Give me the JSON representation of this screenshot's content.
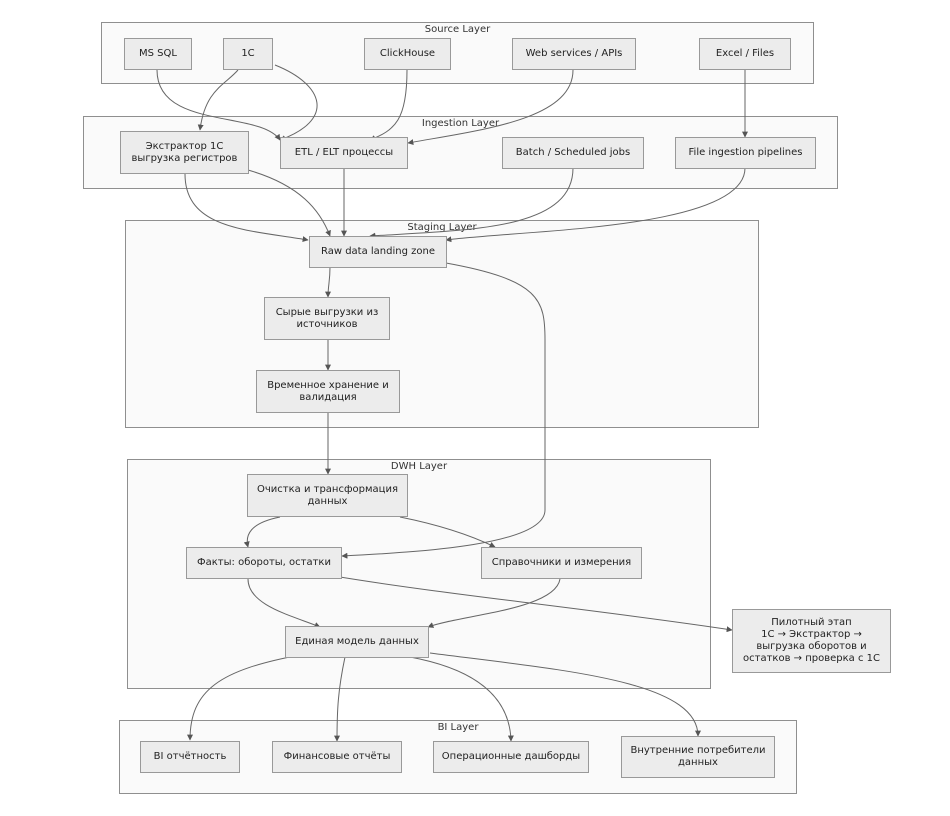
{
  "groups": {
    "source": "Source Layer",
    "ingestion": "Ingestion Layer",
    "staging": "Staging Layer",
    "dwh": "DWH Layer",
    "bi": "BI Layer"
  },
  "nodes": {
    "ms_sql": "MS SQL",
    "onec": "1C",
    "clickhouse": "ClickHouse",
    "web_services": "Web services / APIs",
    "excel_files": "Excel / Files",
    "extractor_1c": "Экстрактор 1С\nвыгрузка регистров",
    "etl_elt": "ETL / ELT процессы",
    "batch_jobs": "Batch / Scheduled jobs",
    "file_ingestion": "File ingestion pipelines",
    "raw_landing": "Raw data landing zone",
    "raw_exports": "Сырые выгрузки из\nисточников",
    "temp_storage": "Временное хранение и\nвалидация",
    "cleaning": "Очистка и трансформация\nданных",
    "facts": "Факты: обороты, остатки",
    "dimensions": "Справочники и измерения",
    "unified_model": "Единая модель данных",
    "pilot": "Пилотный этап\n1С → Экстрактор →\nвыгрузка оборотов и\nостатков → проверка с 1С",
    "bi_reporting": "BI отчётность",
    "financial_reports": "Финансовые отчёты",
    "operational_dashboards": "Операционные дашборды",
    "internal_consumers": "Внутренние потребители\nданных"
  }
}
